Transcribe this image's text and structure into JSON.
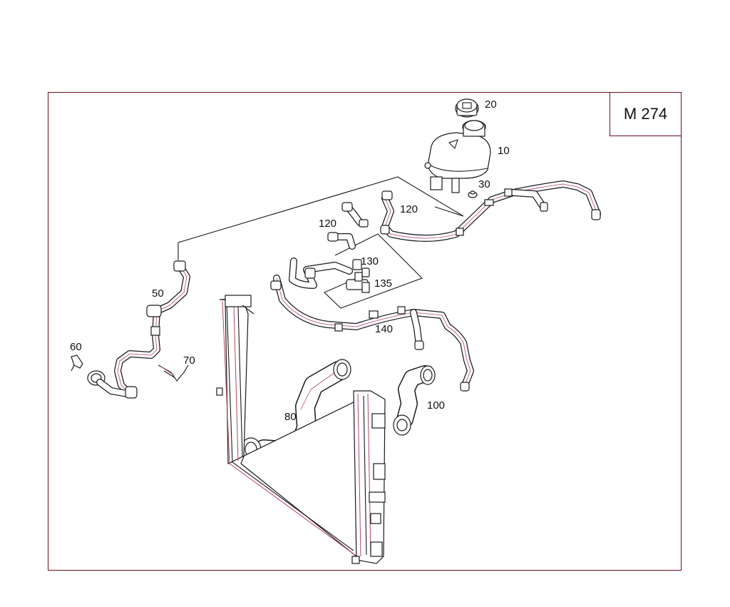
{
  "diagram": {
    "model_label": "M 274",
    "callouts": [
      {
        "id": "10",
        "text": "10"
      },
      {
        "id": "20",
        "text": "20"
      },
      {
        "id": "30",
        "text": "30"
      },
      {
        "id": "50",
        "text": "50"
      },
      {
        "id": "60",
        "text": "60"
      },
      {
        "id": "70",
        "text": "70"
      },
      {
        "id": "80",
        "text": "80"
      },
      {
        "id": "100",
        "text": "100"
      },
      {
        "id": "120a",
        "text": "120"
      },
      {
        "id": "120b",
        "text": "120"
      },
      {
        "id": "130",
        "text": "130"
      },
      {
        "id": "135",
        "text": "135"
      },
      {
        "id": "140",
        "text": "140"
      }
    ]
  },
  "colors": {
    "frame": "#6a0f1c",
    "outline": "#1a1a1a",
    "accent_red": "#b8475a"
  }
}
